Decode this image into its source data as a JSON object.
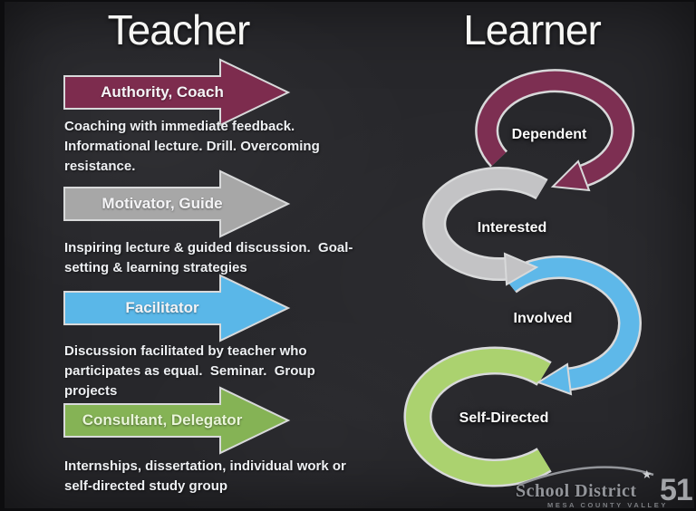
{
  "titles": {
    "teacher": "Teacher",
    "learner": "Learner"
  },
  "teacher_stages": [
    {
      "arrow_label": "Authority, Coach",
      "description": "Coaching with immediate feedback. Informational lecture. Drill. Overcoming resistance.",
      "color": "#7d2c4e",
      "label_color": "#f4f4f6"
    },
    {
      "arrow_label": "Motivator, Guide",
      "description": "Inspiring lecture & guided discussion.  Goal-setting & learning strategies",
      "color": "#a7a7a7",
      "label_color": "#ffffff"
    },
    {
      "arrow_label": "Facilitator",
      "description": "Discussion facilitated by teacher who participates as equal.  Seminar.  Group projects",
      "color": "#5ab7e8",
      "label_color": "#ffffff"
    },
    {
      "arrow_label": "Consultant, Delegator",
      "description": "Internships, dissertation, individual work or self-directed study group",
      "color": "#85b355",
      "label_color": "#e9f5d9"
    }
  ],
  "learner_stages": [
    {
      "label": "Dependent",
      "color": "#7d2f52"
    },
    {
      "label": "Interested",
      "color": "#c3c3c5"
    },
    {
      "label": "Involved",
      "color": "#5eb8e9"
    },
    {
      "label": "Self-Directed",
      "color": "#abd26f"
    }
  ],
  "logo": {
    "name": "School District",
    "number": "51",
    "tagline": "MESA COUNTY VALLEY",
    "star_icon": "★"
  },
  "colors": {
    "background": "#27272b",
    "shape_outline": "#d8d9da",
    "title_text": "#f6f6f4",
    "body_text": "#eef0f3",
    "logo_gray": "#93959a"
  }
}
